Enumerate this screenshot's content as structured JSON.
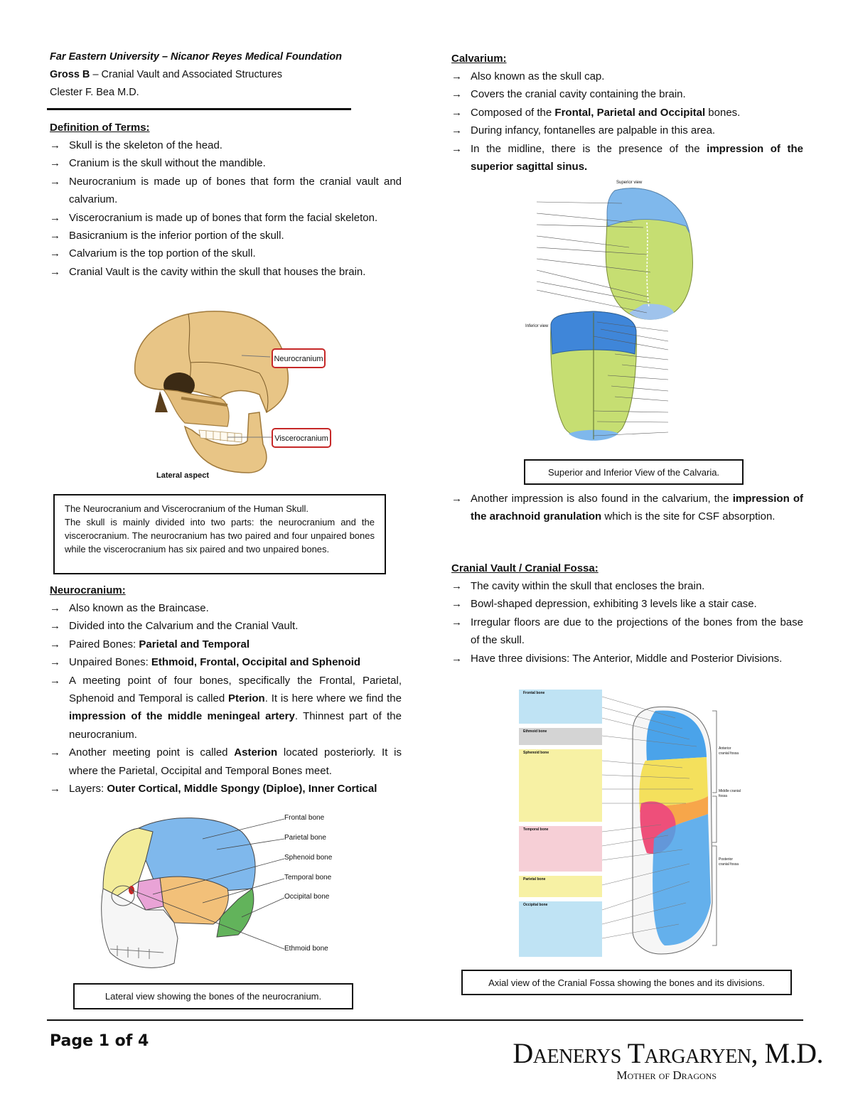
{
  "header": {
    "institution": "Far Eastern University – Nicanor Reyes Medical Foundation",
    "course_bold": "Gross B",
    "course_rest": " – Cranial Vault and Associated Structures",
    "lecturer": "Clester F. Bea M.D."
  },
  "definitions": {
    "title": "Definition of Terms:",
    "items": [
      "Skull is the skeleton of the head.",
      "Cranium is the skull without the mandible.",
      "Neurocranium is made up of bones that form the cranial vault and calvarium.",
      "Viscerocranium is made up of bones that form the facial skeleton.",
      "Basicranium is the inferior portion of the skull.",
      "Calvarium is the top portion of the skull.",
      "Cranial Vault is the cavity within the skull that houses the brain."
    ]
  },
  "fig1": {
    "label_neuro": "Neurocranium",
    "label_viscero": "Viscerocranium",
    "label_aspect": "Lateral aspect",
    "caption_title": "The Neurocranium and Viscerocranium of the Human Skull.",
    "caption_body": "The skull is mainly divided into two parts: the neurocranium and the viscerocranium. The neurocranium has two paired and four unpaired bones while the viscerocranium has six paired and two unpaired bones."
  },
  "neurocranium": {
    "title": "Neurocranium:",
    "i1": "Also known as the Braincase.",
    "i2": "Divided into the Calvarium and the Cranial Vault.",
    "i3a": "Paired Bones: ",
    "i3b": "Parietal and Temporal",
    "i4a": "Unpaired Bones: ",
    "i4b": "Ethmoid, Frontal, Occipital and Sphenoid",
    "i5a": "A meeting point of four bones, specifically the Frontal, Parietal, Sphenoid and Temporal is called ",
    "i5b": "Pterion",
    "i5c": ". It is here where we find the ",
    "i5d": "impression of the middle meningeal artery",
    "i5e": ". Thinnest part of the neurocranium.",
    "i6a": "Another meeting point is called ",
    "i6b": "Asterion",
    "i6c": " located posteriorly. It is where the Parietal, Occipital and Temporal Bones meet.",
    "i7a": "Layers: ",
    "i7b": "Outer Cortical, Middle Spongy (Diploe), Inner Cortical"
  },
  "fig2": {
    "labels": [
      "Frontal bone",
      "Parietal bone",
      "Sphenoid bone",
      "Temporal bone",
      "Occipital bone",
      "Ethmoid bone"
    ],
    "caption": "Lateral view showing the bones of the neurocranium."
  },
  "calvarium": {
    "title": "Calvarium:",
    "i1": "Also known as the skull cap.",
    "i2": "Covers the cranial cavity containing the brain.",
    "i3a": "Composed of the ",
    "i3b": "Frontal, Parietal and Occipital",
    "i3c": " bones.",
    "i4": "During infancy, fontanelles are palpable in this area.",
    "i5a": "In the midline, there is the presence of the ",
    "i5b": "impression of the superior sagittal sinus.",
    "fig_superior": "Superior view",
    "fig_inferior": "Inferior view",
    "caption": "Superior and Inferior View of the Calvaria.",
    "i6a": "Another impression is also found in the calvarium, the ",
    "i6b": "impression of the arachnoid granulation",
    "i6c": " which is the site for CSF absorption."
  },
  "cranial_vault": {
    "title": "Cranial Vault / Cranial Fossa:",
    "items": [
      "The cavity within the skull that encloses the brain.",
      "Bowl-shaped depression, exhibiting 3 levels like a stair case.",
      "Irregular floors are due to the projections of the bones from the base of the skull.",
      "Have three divisions: The Anterior, Middle and Posterior Divisions."
    ],
    "fig_groups": [
      "Frontal bone",
      "Ethmoid bone",
      "Sphenoid bone",
      "Temporal bone",
      "Parietal bone",
      "Occipital bone"
    ],
    "fig_fossae": [
      "Anterior cranial fossa",
      "Middle cranial fossa",
      "Posterior cranial fossa"
    ],
    "caption": "Axial view of the Cranial Fossa showing the bones and its divisions."
  },
  "footer": {
    "page": "Page 1 of 4",
    "sig_name": "Daenerys Targaryen, M.D.",
    "sig_sub": "Mother of Dragons"
  },
  "colors": {
    "rule": "#111111",
    "label_box_red": "#c62828",
    "bone": "#e8c586",
    "frontal_blue": "#7fb8ec",
    "parietal_green": "#c6de72",
    "sphenoid_pink": "#e9a3d6",
    "temporal_orange": "#f2c079",
    "occipital_green": "#62b35b"
  }
}
